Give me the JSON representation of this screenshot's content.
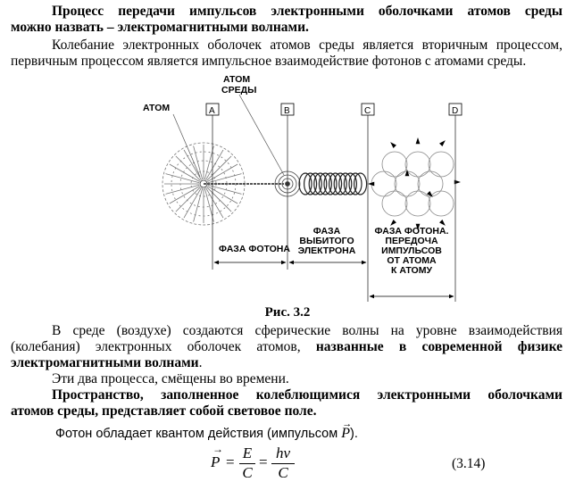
{
  "heading": {
    "line1": "Процесс передачи импульсов    электронными оболочками атомов среды",
    "line2": "можно назвать – электромагнитными волнами."
  },
  "para1": {
    "line1": "Колебание электронных оболочек атомов среды является вторичным процессом,",
    "line2": "первичным процессом является импульсное взаимодействие  фотонов с атомами среды."
  },
  "figure": {
    "label_atom": "АТОМ",
    "label_atom_env_1": "АТОМ",
    "label_atom_env_2": "СРЕДЫ",
    "marker_a": "A",
    "marker_b": "B",
    "marker_c": "C",
    "marker_d": "D",
    "phase_photon": "ФАЗА ФОТОНА",
    "phase_electron": [
      "ФАЗА",
      "ВЫБИТОГО",
      "ЭЛЕКТРОНА"
    ],
    "phase_transfer": [
      "ФАЗА ФОТОНА.",
      "ПЕРЕДОЧА",
      "ИМПУЛЬСОВ",
      "ОТ АТОМА",
      "К АТОМУ"
    ]
  },
  "caption": "Рис. 3.2",
  "para2": {
    "line1": "В среде (воздухе) создаются сферические волны на уровне взаимодействия",
    "line2a": "(колебания) электронных оболочек атомов, ",
    "line2b": "названные в современной физике",
    "line3a": "электромагнитными волнами",
    "line3b": "."
  },
  "para3": "Эти два процесса, смёщены во времени.",
  "para4": {
    "line1": "Пространство, заполненное колеблющимися электронными оболочками",
    "line2": "атомов среды,   представляет собой световое поле."
  },
  "para5": {
    "text": "Фотон обладает квантом действия (импульсом ",
    "symbol": "P",
    "end": ")."
  },
  "formula": {
    "lhs": "P",
    "eq1": "=",
    "num1": "E",
    "den1": "C",
    "eq2": "=",
    "num2": "hν",
    "den2": "C"
  },
  "equation_number": "(3.14)"
}
